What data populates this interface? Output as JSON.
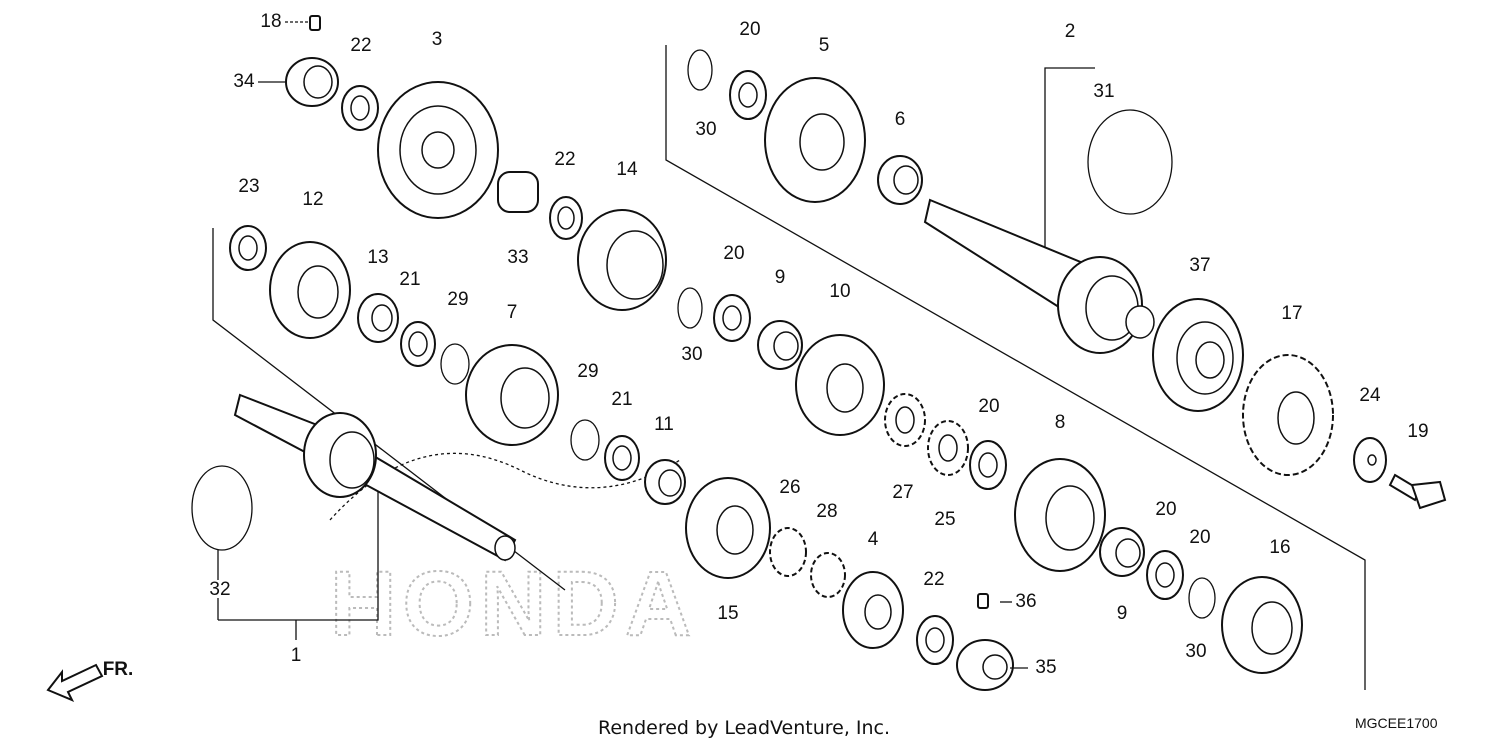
{
  "diagram": {
    "footer_text": "Rendered by LeadVenture, Inc.",
    "diagram_code": "MGCEE1700",
    "direction_label": "FR.",
    "watermark_text": "HONDA",
    "callouts": [
      {
        "num": "1"
      },
      {
        "num": "2"
      },
      {
        "num": "3"
      },
      {
        "num": "4"
      },
      {
        "num": "5"
      },
      {
        "num": "6"
      },
      {
        "num": "7"
      },
      {
        "num": "8"
      },
      {
        "num": "9"
      },
      {
        "num": "9"
      },
      {
        "num": "10"
      },
      {
        "num": "11"
      },
      {
        "num": "12"
      },
      {
        "num": "13"
      },
      {
        "num": "14"
      },
      {
        "num": "15"
      },
      {
        "num": "16"
      },
      {
        "num": "17"
      },
      {
        "num": "18"
      },
      {
        "num": "19"
      },
      {
        "num": "20"
      },
      {
        "num": "20"
      },
      {
        "num": "20"
      },
      {
        "num": "20"
      },
      {
        "num": "20"
      },
      {
        "num": "21"
      },
      {
        "num": "21"
      },
      {
        "num": "22"
      },
      {
        "num": "22"
      },
      {
        "num": "22"
      },
      {
        "num": "23"
      },
      {
        "num": "24"
      },
      {
        "num": "25"
      },
      {
        "num": "26"
      },
      {
        "num": "27"
      },
      {
        "num": "28"
      },
      {
        "num": "29"
      },
      {
        "num": "29"
      },
      {
        "num": "30"
      },
      {
        "num": "30"
      },
      {
        "num": "30"
      },
      {
        "num": "31"
      },
      {
        "num": "32"
      },
      {
        "num": "33"
      },
      {
        "num": "34"
      },
      {
        "num": "35"
      },
      {
        "num": "36"
      },
      {
        "num": "37"
      }
    ]
  }
}
